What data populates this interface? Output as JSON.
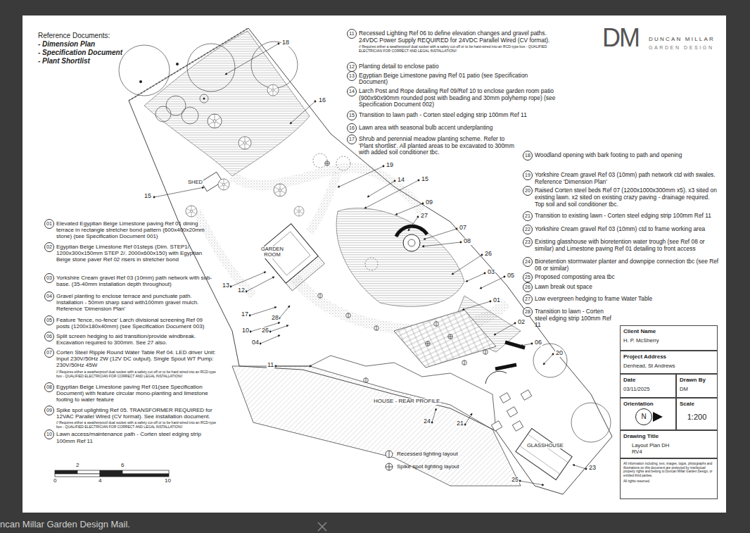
{
  "diagram": {
    "nodes": [
      {
        "text": [
          "11",
          "Recessed Lighting Ref 06 to define elevation changes and gravel paths. 24VDC Power Supply REQUIRED for 24VDC Parallel Wired (CV format).",
          "// Requires either a weatherproof dual socket with a safety cut-off or to be hard-wired into an RCD-type box - QUALIFIED ELECTRICIAN FOR CORRECT AND LEGAL INSTALLATION//"
        ]
      },
      {
        "text": [
          "12",
          "Planting detail to enclose patio"
        ]
      },
      {
        "text": [
          "13",
          "Egyptian Beige Limestone paving Ref 01 patio (see Specification Document)"
        ]
      },
      {
        "text": [
          "14",
          "Larch Post and Rope detailing Ref 09/Ref 10 to enclose garden room patio (900x90x90mm rounded post with beading and 30mm polyhemp rope) (see Specification Document 002)"
        ]
      },
      {
        "text": [
          "15",
          "Transition to lawn path - Corten steel edging strip 100mm Ref 11"
        ]
      },
      {
        "text": [
          "16",
          "Lawn area with seasonal bulb accent underplanting"
        ]
      },
      {
        "text": [
          "17",
          "Shrub and perennial meadow planting scheme. Refer to 'Plant shortlist'. All planted areas to be excavated to 300mm with added soil conditioner tbc."
        ]
      },
      {
        "text": [
          "18",
          "Woodland opening with bark footing to path and opening"
        ]
      },
      {
        "text": [
          "19",
          "Yorkshire Cream gravel Ref 03 (10mm) path network ctd with swales. Reference 'Dimension Plan'"
        ]
      },
      {
        "text": [
          "20",
          "Raised Corten steel beds Ref 07 (1200x1000x300mm x5). x3 sited on existing lawn. x2 sited on existing crazy paving - drainage required. Top soil and soil conditioner tbc."
        ]
      },
      {
        "text": [
          "21",
          "Transition to existing lawn - Corten steel edging strip 100mm Ref 11"
        ]
      },
      {
        "text": [
          "22",
          "Yorkshire Cream gravel Ref 03 (10mm) ctd to frame working area"
        ]
      },
      {
        "text": [
          "23",
          "Existing glasshouse with bioretention water trough (see Ref 08 or similar) and Limestone paving Ref 01 detailing to front access"
        ]
      },
      {
        "text": [
          "24",
          "Bioretention stormwater planter and downpipe connection tbc (see Ref 08 or similar)"
        ]
      },
      {
        "text": [
          "25",
          "Proposed composting area tbc"
        ]
      },
      {
        "text": [
          "26",
          "Lawn break out space"
        ]
      },
      {
        "text": [
          "27",
          "Low evergreen hedging to frame Water Table"
        ]
      },
      {
        "text": [
          "28",
          "Transition to lawn - Corten steel edging strip 100mm Ref 11"
        ]
      },
      {
        "text": [
          "01",
          "Elevated Egyptian Beige Limestone paving Ref 01 dining terrace in rectangle stretcher bond pattern (600x400x20mm stone) (see Specification Document 001)"
        ]
      },
      {
        "text": [
          "02",
          "Egyptian Beige Limestone Ref 01steps (Dim. STEP1/. 1200x300x150mm STEP 2/. 2000x600x150) with Egyptian Beige stone paver Ref 02 risers in stretcher bond"
        ]
      },
      {
        "text": [
          "03",
          "Yorkshire Cream gravel Ref 03 (10mm) path network with sub-base. (35-40mm installation depth throughout)"
        ]
      },
      {
        "text": [
          "04",
          "Gravel planting to enclose terrace and punctuate path. Installation - 50mm sharp sand with100mm gravel mulch. Reference 'Dimension Plan'"
        ]
      },
      {
        "text": [
          "05",
          "Feature 'fence, no-fence' Larch divisional screening Ref 09 posts (1200x180x40mm) (see Specification Document 003)"
        ]
      },
      {
        "text": [
          "06",
          "Split screen hedging to aid transition/provide windbreak. Excavation required to 300mm. See 27 also."
        ]
      },
      {
        "text": [
          "07",
          "Corten Steel Ripple Round Water Table Ref 04. LED driver Unit: Input 230V/50Hz 2W (12V DC output). Single Spout WT Pump: 230V/50Hz 45W",
          "// Requires either a weatherproof dual socket with a safety cut-off or to be hard wired into an RCD-type box - QUALIFIED ELECTRICIAN FOR CORRECT AND LEGAL INSTALLATION//"
        ]
      },
      {
        "text": [
          "08",
          "Egyptian Beige Limestone paving Ref 01(see Specification Document) with feature circular mono-planting and limestone footing to water feature"
        ]
      },
      {
        "text": [
          "09",
          "Spike spot uplighting Ref 05. TRANSFORMER REQUIRED for 12VAC Parallel Wired (CV format). See installation document.",
          "// Requires either a weatherproof dual socket with a safety cut-off or to be hard-wired into an RCD-type box - QUALIFIED ELECTRICIAN FOR CORRECT AND LEGAL INSTALLATION//"
        ]
      },
      {
        "text": [
          "10",
          "Lawn access/maintenance path - Corten steel edging strip 100mm Ref 11"
        ]
      },
      {
        "text": [
          "Client Name",
          "H. P. McSherry"
        ]
      },
      {
        "text": [
          "Project Address",
          "Denhead, St Andrews"
        ]
      },
      {
        "text": [
          "Date",
          "03/11/2025"
        ]
      },
      {
        "text": [
          "Drawn By",
          "DM"
        ]
      },
      {
        "text": [
          "Orientation"
        ]
      },
      {
        "text": [
          "N"
        ],
        "in": 32
      },
      {
        "text": [
          "Scale",
          "1:200"
        ]
      },
      {
        "text": [
          "Drawing Title",
          "Layout Plan DH RV4"
        ]
      },
      {
        "text": [
          "All information including, text, images, logos, photographs and illustrations on this document are protected by intellectual property rights and belong to Duncan Millar Garden Design, or entitled third parties.",
          "All rights reserved."
        ]
      }
    ],
    "labels": [
      "Reference Documents:",
      "- Dimension Plan",
      "- Specification Document",
      "- Plant Shortlist",
      "DM",
      "DUNCAN MILLAR",
      "GARDEN DESIGN",
      "18",
      "16",
      "15",
      "19",
      "14",
      "15",
      "09",
      "27",
      "07",
      "08",
      "26",
      "03",
      "05",
      "01",
      "02",
      "06",
      "20",
      "13",
      "12",
      "17",
      "28",
      "10",
      "26",
      "04",
      "11",
      "24",
      "21",
      "25",
      "23",
      "SHED",
      "GARDEN ROOM",
      "HOUSE - REAR PROFILE",
      "GLASSHOUSE",
      "2",
      "6",
      "0",
      "4",
      "10",
      "ncan Millar Garden Design Mail."
    ],
    "legend": [
      {
        "text": "Recessed lighting layout"
      },
      {
        "text": "Spike spot lighting layout"
      }
    ]
  }
}
